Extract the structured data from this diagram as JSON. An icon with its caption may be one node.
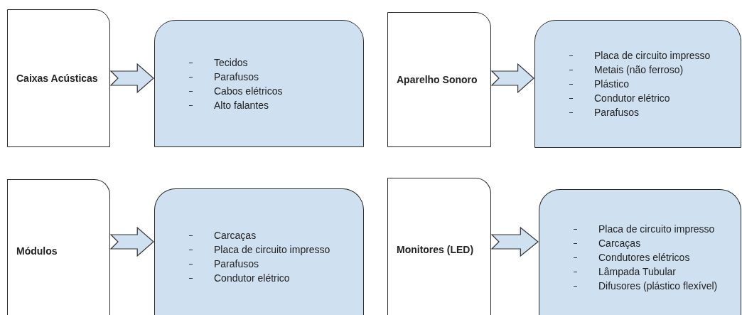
{
  "diagram": {
    "nodes": [
      {
        "text": [
          "Caixas Acústicas"
        ]
      },
      {
        "text": [
          "Tecidos",
          "Parafusos",
          "Cabos elétricos",
          "Alto falantes"
        ]
      },
      {
        "text": [
          "Aparelho Sonoro"
        ]
      },
      {
        "text": [
          "Placa de circuito impresso",
          "Metais (não ferroso)",
          "Plástico",
          "Condutor elétrico",
          "Parafusos"
        ]
      },
      {
        "text": [
          "Módulos"
        ]
      },
      {
        "text": [
          "Carcaças",
          "Placa de circuito impresso",
          "Parafusos",
          "Condutor elétrico"
        ]
      },
      {
        "text": [
          "Monitores (LED)"
        ]
      },
      {
        "text": [
          "Placa de circuito impresso",
          "Carcaças",
          "Condutores elétricos",
          "Lâmpada Tubular",
          "Difusores (plástico flexível)"
        ]
      }
    ],
    "edges": [
      {
        "from": 0,
        "to": 1,
        "arrow": "to"
      },
      {
        "from": 2,
        "to": 3,
        "arrow": "to"
      },
      {
        "from": 4,
        "to": 5,
        "arrow": "to"
      },
      {
        "from": 6,
        "to": 7,
        "arrow": "to"
      }
    ]
  }
}
